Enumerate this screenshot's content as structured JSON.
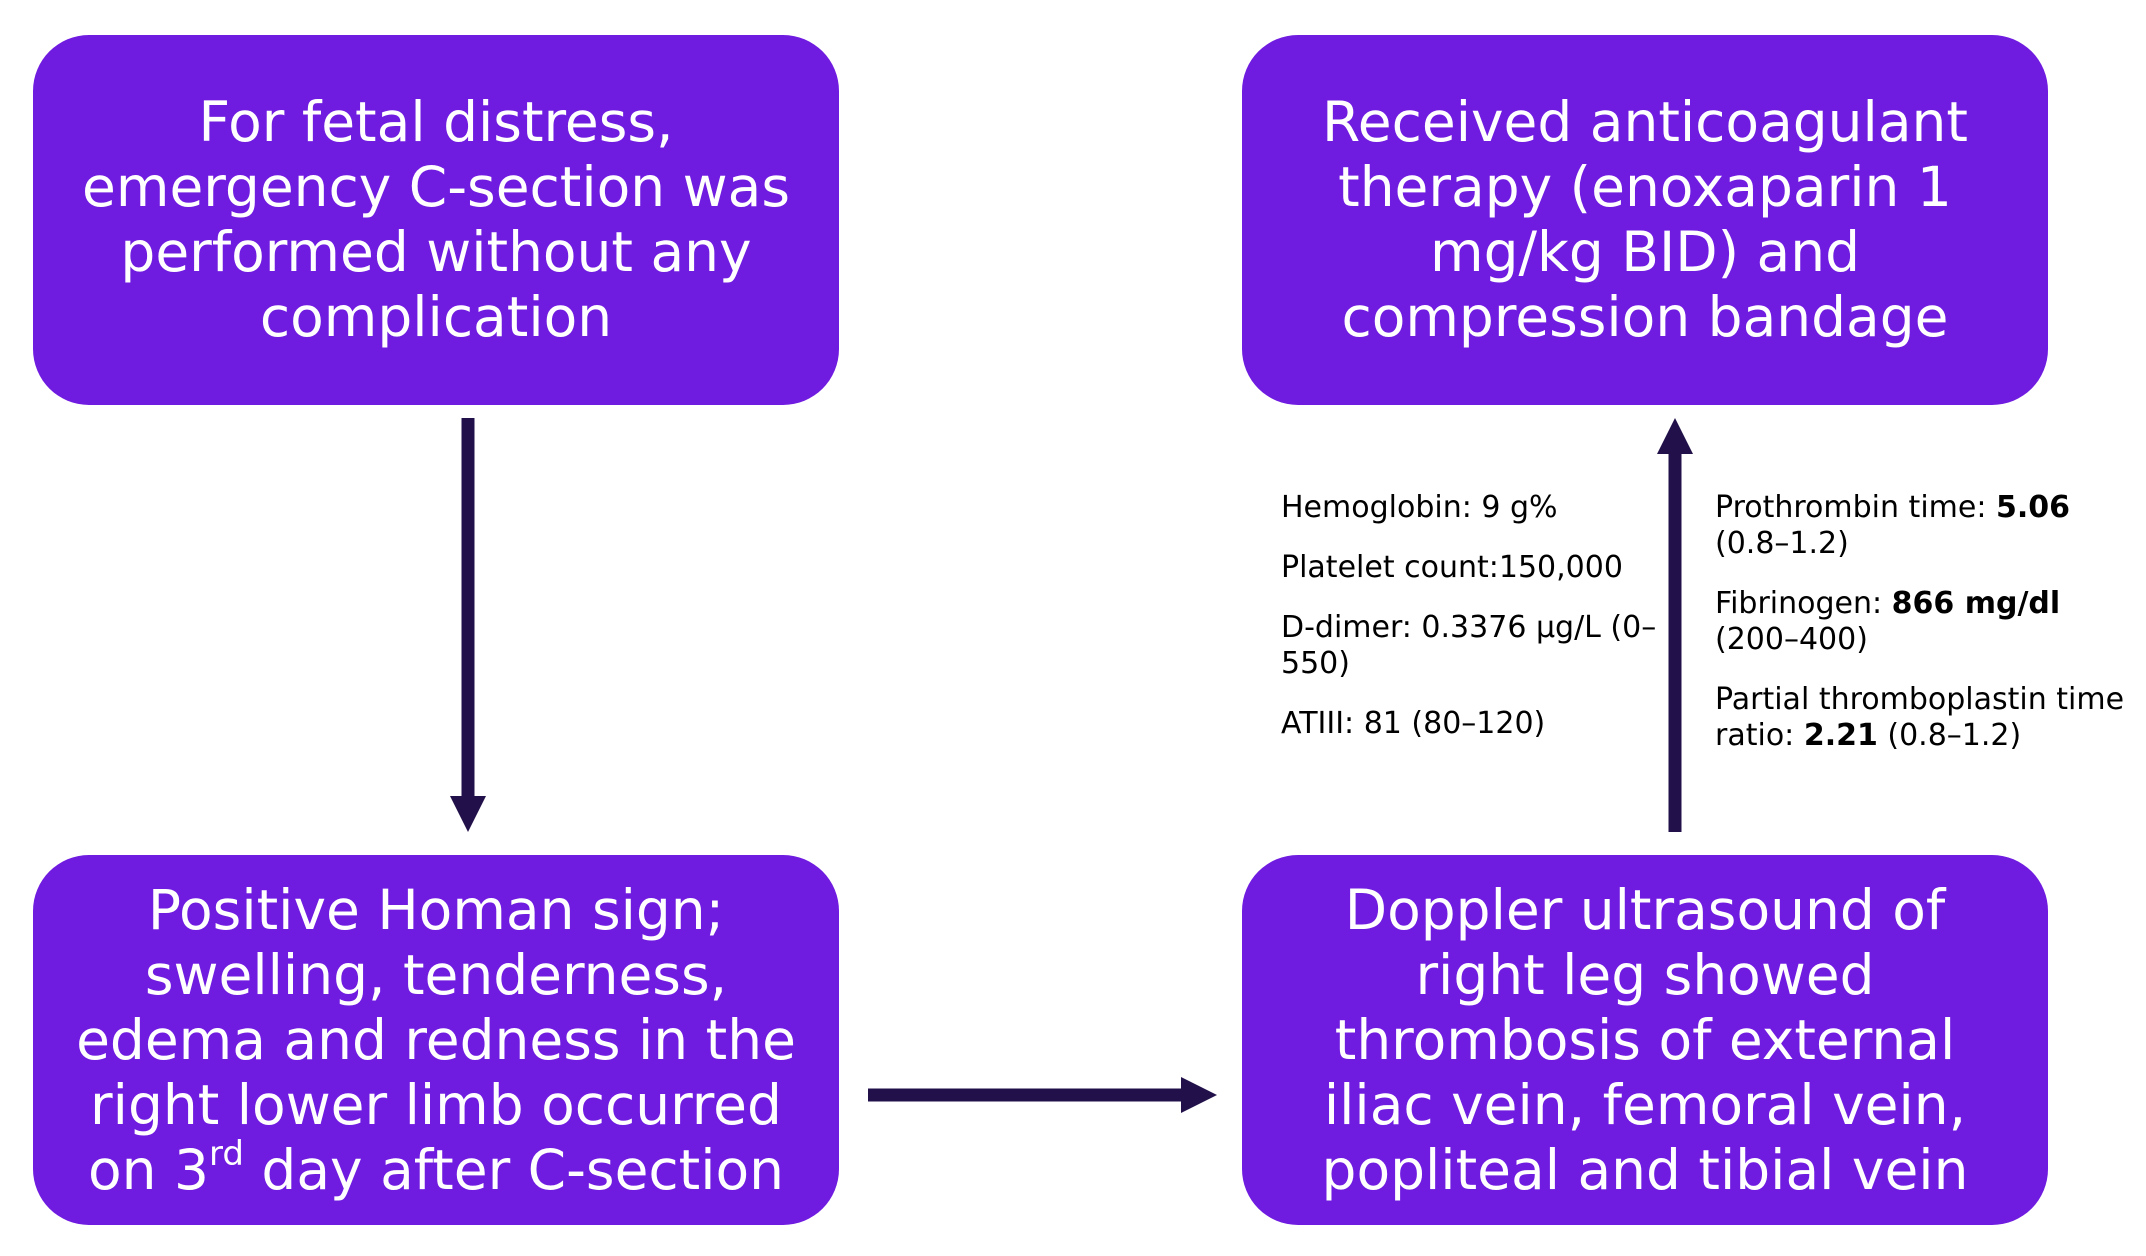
{
  "boxes": {
    "c_section": {
      "text": "For fetal distress, emergency C-section was performed without any complication"
    },
    "therapy": {
      "text": "Received anticoagulant therapy (enoxaparin 1 mg/kg BID) and compression bandage"
    },
    "homan_sign": {
      "text_before": "Positive Homan sign; swelling, tenderness, edema and redness in the right lower limb occurred on 3",
      "superscript": "rd",
      "text_after": " day after C-section"
    },
    "doppler": {
      "text": "Doppler ultrasound of right leg showed thrombosis of external iliac vein, femoral vein, popliteal and tibial vein"
    }
  },
  "labs_left": {
    "hemoglobin": "Hemoglobin: 9 g%",
    "platelet": "Platelet count:150,000",
    "ddimer": "D-dimer: 0.3376 µg/L (0–550)",
    "atiii": "ATIII: 81 (80–120)"
  },
  "labs_right": {
    "pt_label": "Prothrombin time: ",
    "pt_value": "5.06",
    "pt_range": " (0.8–1.2)",
    "fib_label": "Fibrinogen: ",
    "fib_value": "866 mg/dl",
    "fib_range": " (200–400)",
    "ptt_label": "Partial thromboplastin time ratio: ",
    "ptt_value": "2.21",
    "ptt_range": " (0.8–1.2)"
  },
  "colors": {
    "box_fill": "#6f1be0",
    "box_text": "#ffffff",
    "arrow": "#22104a"
  }
}
